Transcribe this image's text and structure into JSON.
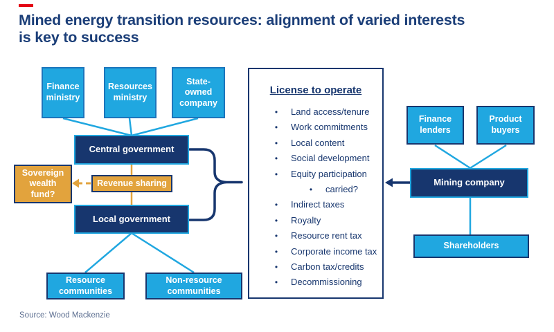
{
  "header": {
    "title_line1": "Mined energy transition resources: alignment of varied interests",
    "title_line2": "is key to success"
  },
  "footer": {
    "source": "Source: Wood Mackenzie"
  },
  "colors": {
    "navy": "#17366E",
    "title_navy": "#1B3E78",
    "light_blue": "#20A7E0",
    "mid_blue_border": "#1B75BC",
    "orange": "#E2A33D",
    "red_dash": "#E30613",
    "source_gray": "#5D6F91",
    "white": "#FFFFFF"
  },
  "boxes": {
    "finance_ministry": {
      "label": "Finance ministry"
    },
    "resources_ministry": {
      "label": "Resources ministry"
    },
    "state_owned_company": {
      "label": "State-owned company"
    },
    "central_government": {
      "label": "Central government"
    },
    "sovereign_wealth_fund": {
      "label": "Sovereign wealth fund?"
    },
    "revenue_sharing": {
      "label": "Revenue sharing"
    },
    "local_government": {
      "label": "Local government"
    },
    "resource_communities": {
      "label": "Resource communities"
    },
    "non_resource_communities": {
      "label": "Non-resource communities"
    },
    "finance_lenders": {
      "label": "Finance lenders"
    },
    "product_buyers": {
      "label": "Product buyers"
    },
    "mining_company": {
      "label": "Mining company"
    },
    "shareholders": {
      "label": "Shareholders"
    }
  },
  "license_panel": {
    "title": "License to operate",
    "items": [
      {
        "text": "Land access/tenure",
        "level": 1
      },
      {
        "text": "Work commitments",
        "level": 1
      },
      {
        "text": "Local content",
        "level": 1
      },
      {
        "text": "Social development",
        "level": 1
      },
      {
        "text": "Equity participation",
        "level": 1
      },
      {
        "text": "carried?",
        "level": 2
      },
      {
        "text": "Indirect taxes",
        "level": 1
      },
      {
        "text": "Royalty",
        "level": 1
      },
      {
        "text": "Resource rent tax",
        "level": 1
      },
      {
        "text": "Corporate income tax",
        "level": 1
      },
      {
        "text": "Carbon tax/credits",
        "level": 1
      },
      {
        "text": "Decommissioning",
        "level": 1
      }
    ]
  }
}
